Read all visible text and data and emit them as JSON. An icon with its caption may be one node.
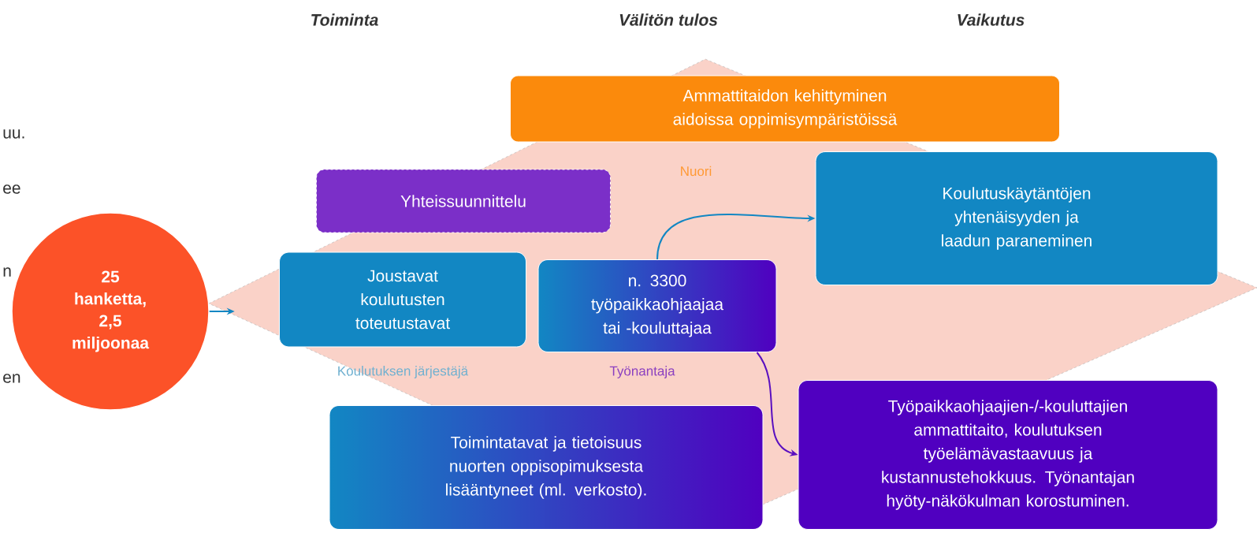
{
  "diagram": {
    "nodes": [
      {
        "text": [
          "25 hanketta, 2,5 miljoonaa"
        ]
      },
      {
        "text": [
          "Ammattitaidon kehittyminen aidoissa oppimisympäristöissä"
        ]
      },
      {
        "text": [
          "Yhteissuunnittelu"
        ]
      },
      {
        "text": [
          "Joustavat koulutusten toteutustavat"
        ],
        "beside": [
          "Koulutuksen järjestäjä"
        ]
      },
      {
        "text": [
          "n. 3300 työpaikkaohjaajaa tai -kouluttajaa"
        ],
        "beside": [
          "Työnantaja"
        ]
      },
      {
        "text": [
          "Koulutuskäytäntöjen yhtenäisyyden ja laadun paraneminen"
        ]
      },
      {
        "text": [
          "Toimintatavat ja tietoisuus nuorten oppisopimuksesta lisääntyneet (ml. verkosto)."
        ]
      },
      {
        "text": [
          "Työpaikkaohjaajien-/-kouluttajien ammattitaito, koulutuksen työelämävastaavuus ja kustannustehokkuus. Työnantajan hyöty-näkökulman korostuminen."
        ]
      }
    ],
    "edges": [
      {
        "from": 0,
        "to": null,
        "arrow": "to"
      },
      {
        "from": 4,
        "to": 5,
        "arrow": "to"
      },
      {
        "from": 4,
        "to": 7,
        "arrow": "to",
        "color": "#5a10c0"
      }
    ],
    "labels": [
      "Toiminta",
      "Välitön tulos",
      "Vaikutus",
      "uu.",
      "ee",
      "n",
      "en",
      "Nuori"
    ]
  }
}
